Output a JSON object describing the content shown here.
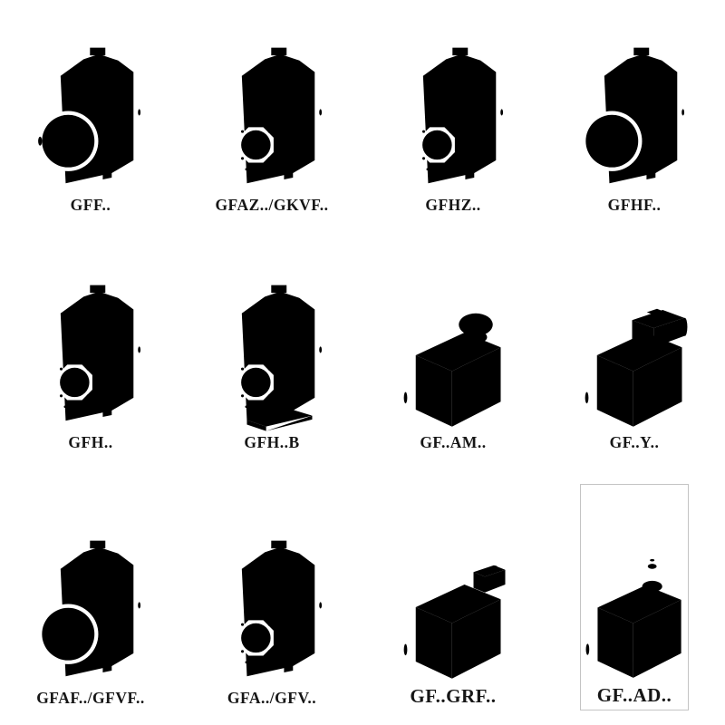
{
  "catalog": {
    "title_hidden": "",
    "cells": [
      {
        "label": "GFF..",
        "variant": "foot-mounted-flange-solid-shaft",
        "line_style": "solid"
      },
      {
        "label": "GFAZ../GKVF..",
        "variant": "hollow-shaft",
        "line_style": "solid"
      },
      {
        "label": "GFHZ..",
        "variant": "hollow-shaft-shrink-disc",
        "line_style": "solid"
      },
      {
        "label": "GFHF..",
        "variant": "flange-mounted",
        "line_style": "solid"
      },
      {
        "label": "GFH..",
        "variant": "hollow-shaft",
        "line_style": "solid"
      },
      {
        "label": "GFH..B",
        "variant": "hollow-shaft-with-base",
        "line_style": "solid"
      },
      {
        "label": "GF..AM..",
        "variant": "iec-motor-adapter",
        "line_style": "dashed"
      },
      {
        "label": "GF..Y..",
        "variant": "integral-motor",
        "line_style": "dashed"
      },
      {
        "label": "GFAF../GFVF..",
        "variant": "flange-mounted",
        "line_style": "solid"
      },
      {
        "label": "GFA../GFV..",
        "variant": "hollow-shaft",
        "line_style": "solid"
      },
      {
        "label": "GF..GRF..",
        "variant": "cover-attachment",
        "line_style": "dashed"
      },
      {
        "label": "GF..AD..",
        "variant": "input-shaft-adapter",
        "line_style": "dashed"
      }
    ],
    "colors": {
      "solid_line": "#333333",
      "dashed_line": "#9b9b9b",
      "attachment_line": "#4f4f4f",
      "background": "#ffffff"
    }
  }
}
